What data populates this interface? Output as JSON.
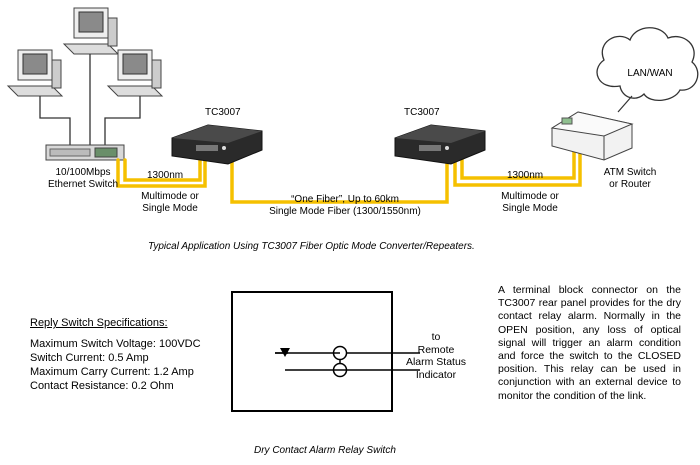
{
  "devices": {
    "left_converter": "TC3007",
    "right_converter": "TC3007",
    "ethernet_switch": [
      "10/100Mbps",
      "Ethernet Switch"
    ],
    "atm_switch": [
      "ATM Switch",
      "or Router"
    ],
    "cloud": "LAN/WAN"
  },
  "links": {
    "left": {
      "wavelength": "1300nm",
      "mode": [
        "Multimode or",
        "Single Mode"
      ]
    },
    "center": [
      "“One Fiber”, Up to 60km",
      "Single Mode Fiber (1300/1550nm)"
    ],
    "right": {
      "wavelength": "1300nm",
      "mode": [
        "Multimode or",
        "Single Mode"
      ]
    }
  },
  "captions": {
    "top": "Typical Application Using TC3007 Fiber Optic Mode Converter/Repeaters.",
    "bottom": "Dry Contact Alarm Relay Switch"
  },
  "relay": {
    "heading": "Reply Switch Specifications:",
    "specs": [
      "Maximum Switch Voltage: 100VDC",
      "Switch Current: 0.5 Amp",
      "Maximum Carry Current: 1.2 Amp",
      "Contact Resistance: 0.2 Ohm"
    ],
    "indicator_label": [
      "to",
      "Remote",
      "Alarm Status",
      "Indicator"
    ]
  },
  "description": "A terminal block connector on the TC3007 rear panel provides for the dry contact relay alarm. Normally in the OPEN position, any loss of optical signal will trigger an alarm condition and force the switch to the CLOSED position. This relay can be used in conjunction with an external device to monitor the condition of the link.",
  "colors": {
    "fiber": "#f5c000",
    "line": "#000000",
    "device": "#2a2a2a"
  }
}
